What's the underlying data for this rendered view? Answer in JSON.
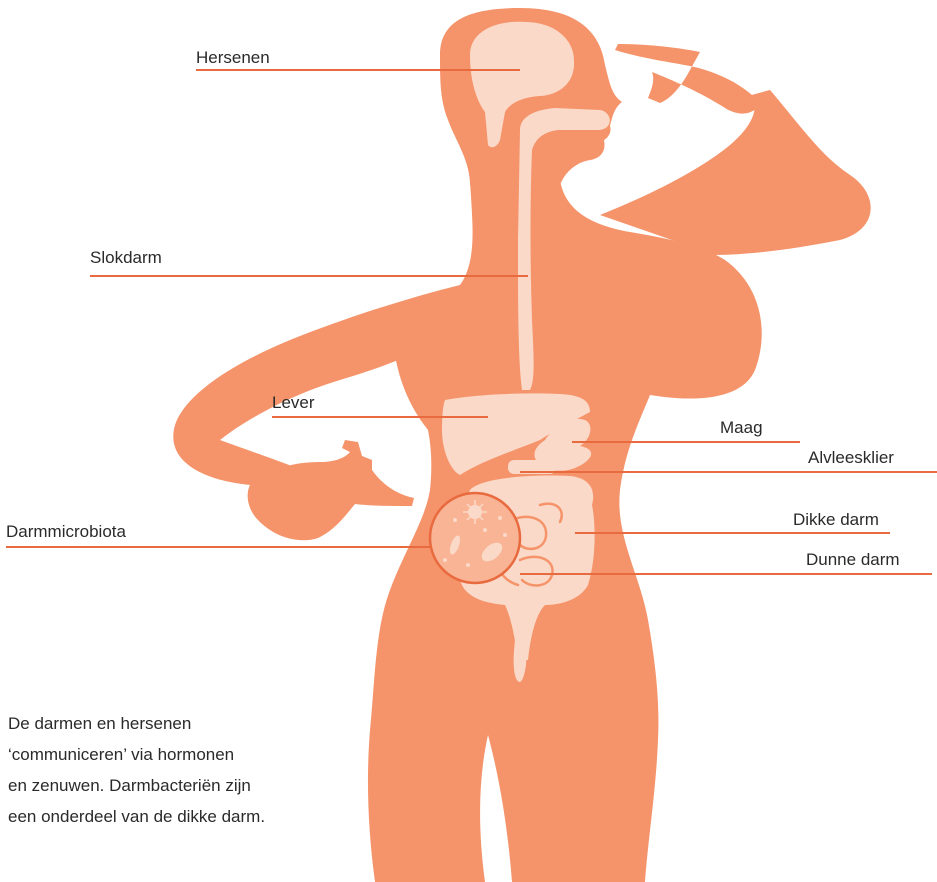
{
  "colors": {
    "body": "#f5946a",
    "organ": "#fbd9c8",
    "line": "#e96a3f",
    "text": "#2a2a2a",
    "background": "#ffffff"
  },
  "labels": {
    "brain": "Hersenen",
    "esophagus": "Slokdarm",
    "liver": "Lever",
    "stomach": "Maag",
    "pancreas": "Alvleesklier",
    "large_intestine": "Dikke darm",
    "small_intestine": "Dunne darm",
    "microbiota": "Darmmicrobiota"
  },
  "caption": {
    "line1": "De darmen en hersenen",
    "line2": "‘communiceren’ via hormonen",
    "line3": "en zenuwen. Darmbacteriën zijn",
    "line4": "een onderdeel van de dikke darm."
  },
  "icons": {
    "figure": "human-silhouette-icon",
    "brain": "brain-icon",
    "microbiota": "bacteria-magnifier-icon"
  }
}
